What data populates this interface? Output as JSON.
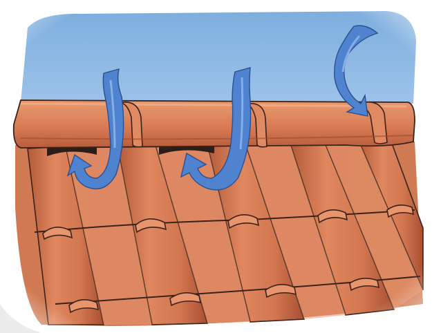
{
  "illustration": {
    "subject": "roof-ridge-ventilation",
    "elements": [
      "sky",
      "ridge-cap",
      "roof-tiles",
      "vent-openings",
      "airflow-arrows"
    ],
    "colors": {
      "sky": "#86b3e0",
      "tile": "#d9805a",
      "tile_dark": "#a24f34",
      "tile_light": "#ee9b72",
      "outline": "#2a1a12",
      "arrow": "#4f82cf",
      "arrow_dark": "#2f5fa8",
      "vent": "#2b1d17"
    },
    "arrows": [
      {
        "name": "left-airflow-arrow",
        "direction": "down-then-up"
      },
      {
        "name": "middle-airflow-arrow",
        "direction": "down-then-up"
      },
      {
        "name": "right-airflow-arrow",
        "direction": "curving-down"
      }
    ]
  }
}
